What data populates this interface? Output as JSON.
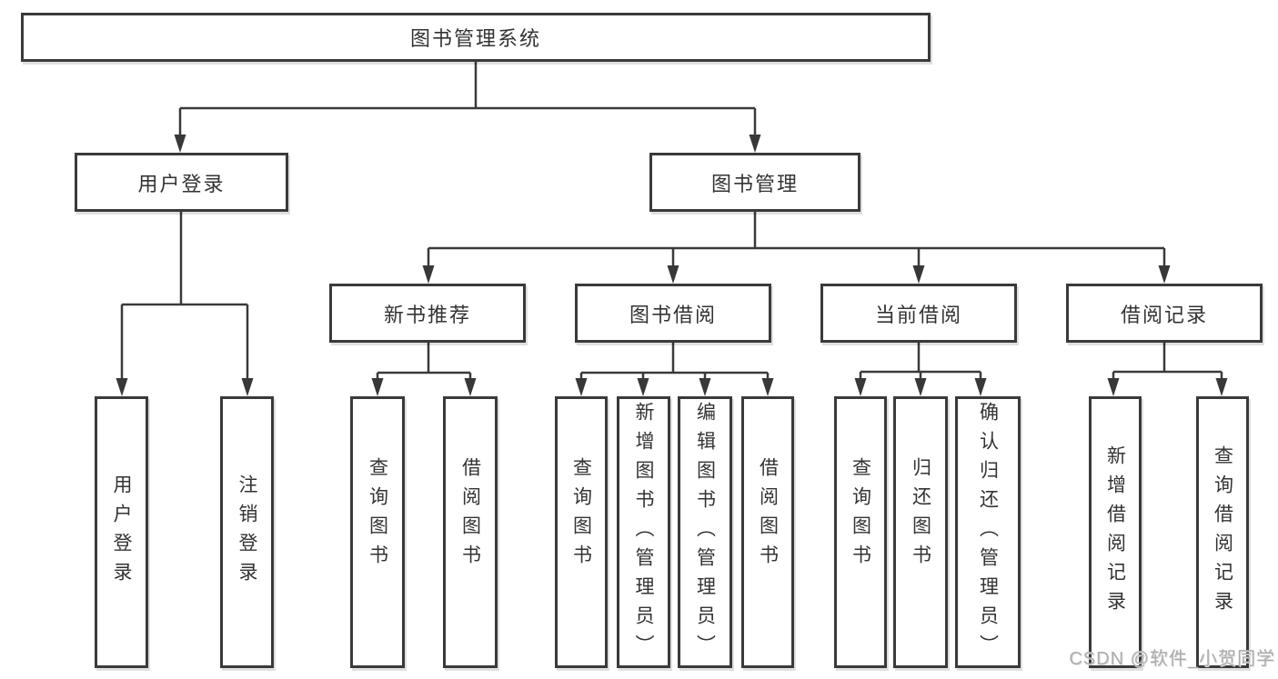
{
  "diagram": {
    "root": "图书管理系统",
    "user_login": {
      "label": "用户登录",
      "children": [
        "用户登录",
        "注销登录"
      ]
    },
    "book_mgmt": {
      "label": "图书管理",
      "sections": {
        "new_books": {
          "label": "新书推荐",
          "children": [
            "查询图书",
            "借阅图书"
          ]
        },
        "borrowing": {
          "label": "图书借阅",
          "children": [
            "查询图书",
            "新增图书（管理员）",
            "编辑图书（管理员）",
            "借阅图书"
          ]
        },
        "current": {
          "label": "当前借阅",
          "children": [
            "查询图书",
            "归还图书",
            "确认归还（管理员）"
          ]
        },
        "records": {
          "label": "借阅记录",
          "children": [
            "新增借阅记录",
            "查询借阅记录"
          ]
        }
      }
    }
  },
  "watermark": "CSDN @软件_小贺同学",
  "colors": {
    "line": "#3a3a3a",
    "box_border": "#3a3a3a",
    "text": "#333333",
    "watermark": "#adadad",
    "background": "#ffffff"
  }
}
